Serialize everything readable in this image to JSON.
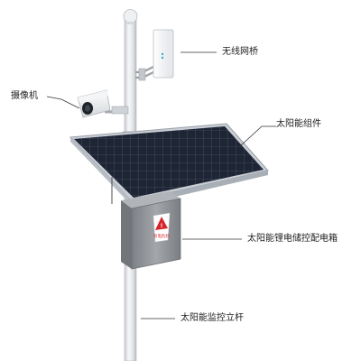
{
  "callouts": {
    "bridge": "无线网桥",
    "camera": "摄像机",
    "solar_panel": "太阳能组件",
    "battery_box": "太阳能锂电储控配电箱",
    "pole": "太阳能监控立杆"
  },
  "warning_sign": {
    "text": "有电危险"
  },
  "colors": {
    "panel_cell": "#1e2534",
    "panel_frame": "#c9ced5",
    "pole": "#e9ebee",
    "box": "#8e9296",
    "warning_red": "#d6252b",
    "leader_line": "#333333"
  }
}
